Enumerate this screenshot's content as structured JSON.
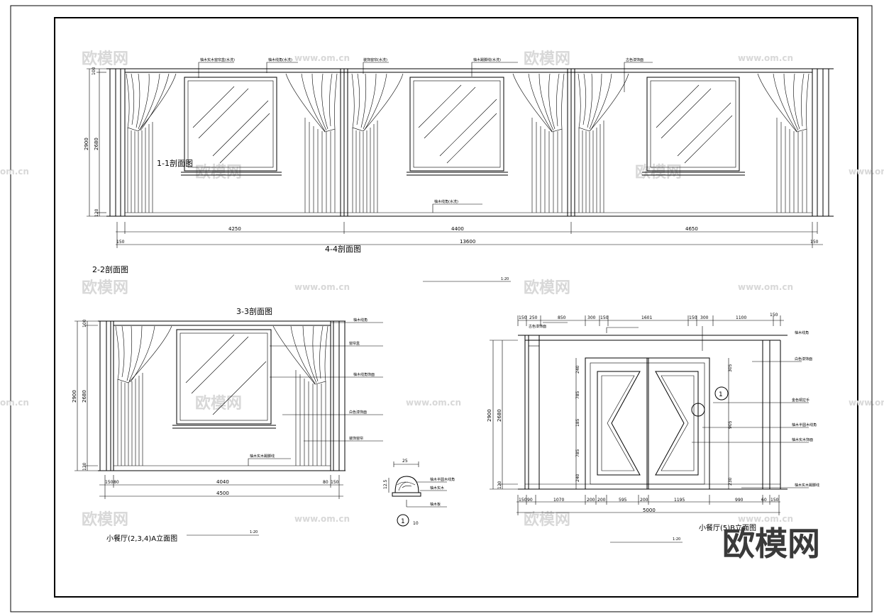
{
  "watermark": {
    "brand": "欧模网",
    "site": "www.om.cn",
    "site_short": "om.cn"
  },
  "logo": "欧模网",
  "top_view": {
    "label_11": "1-1剖面图",
    "label_44": "4-4剖面图",
    "label_22": "2-2剖面图",
    "scale": "1:20",
    "dims_v": [
      "100",
      "2900",
      "2680",
      "120"
    ],
    "dims_h": [
      "4250",
      "4400",
      "4650"
    ],
    "dims_total": [
      "150",
      "13600",
      "150"
    ],
    "callouts": [
      "柚木实木窗帘盒(水洗)",
      "柚木线角(水洗)",
      "装饰窗帘(水洗)",
      "柚木踢脚线(水洗)",
      "古色漆饰面",
      "柚木线角(水洗)"
    ]
  },
  "left_view": {
    "label_33": "3-3剖面图",
    "title": "小餐厅(2,3,4)A立面图",
    "scale": "1:20",
    "dims_v": [
      "100",
      "2900",
      "2680",
      "120"
    ],
    "dims_h": [
      "150",
      "80",
      "4040",
      "80",
      "150"
    ],
    "dims_total": "4500",
    "callouts": [
      "柚木线角",
      "窗帘盒",
      "柚木线角饰面",
      "白色漆饰面",
      "装饰窗帘",
      "柚木实木踢脚线"
    ]
  },
  "detail": {
    "dim_w": "25",
    "dim_h": "12.5",
    "callouts": [
      "柚木半圆木线角",
      "柚木实木",
      "柚木板"
    ],
    "circle": "1",
    "scale": "10"
  },
  "right_view": {
    "title": "小餐厅(5)B立面图",
    "scale": "1:20",
    "dims_top": [
      "150",
      "250",
      "850",
      "300",
      "150",
      "1601",
      "150",
      "300",
      "1100",
      "150"
    ],
    "dims_v": [
      "2900",
      "2680",
      "120"
    ],
    "door_dims_l": [
      "240",
      "785",
      "185",
      "785",
      "240"
    ],
    "door_dims_r": [
      "305",
      "905",
      "230"
    ],
    "dims_bottom": [
      "150",
      "90",
      "1070",
      "200",
      "200",
      "595",
      "200",
      "1195",
      "990",
      "60",
      "150"
    ],
    "dims_total": "5000",
    "callouts": [
      "柚木线角",
      "白色漆饰面",
      "古色漆饰面",
      "金色铜拉手",
      "柚木半圆木线角",
      "柚木实木饰面",
      "柚木实木踢脚线"
    ],
    "circle": "1"
  }
}
